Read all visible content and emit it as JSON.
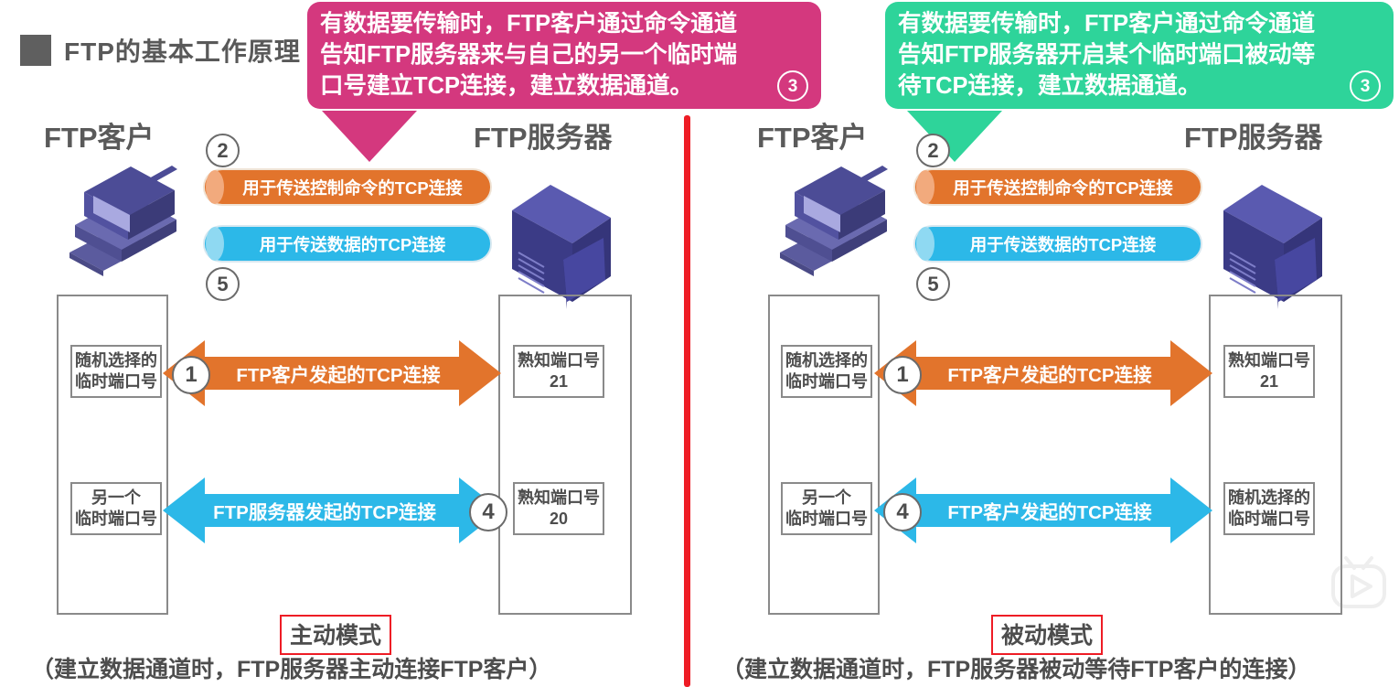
{
  "header": {
    "title": "FTP的基本工作原理",
    "bullet_color": "#5f5f5f"
  },
  "colors": {
    "active_callout": "#d4387e",
    "passive_callout": "#2ed49a",
    "command_pill": "#e2742c",
    "data_pill": "#2cb8e8",
    "divider": "#ee1c25",
    "mode_box_border": "#ee1c25",
    "text": "#4d4d4d"
  },
  "panels": [
    {
      "id": "active",
      "callout": {
        "lines": [
          "有数据要传输时，FTP客户通过命令通道",
          "告知FTP服务器来与自己的另一个临时端",
          "口号建立TCP连接，建立数据通道。"
        ],
        "step": "3",
        "color": "#d4387e"
      },
      "client_label": "FTP客户",
      "server_label": "FTP服务器",
      "pills": [
        {
          "name": "command-channel",
          "text": "用于传送控制命令的TCP连接",
          "step_above": "2",
          "color": "#e2742c"
        },
        {
          "name": "data-channel",
          "text": "用于传送数据的TCP连接",
          "step_below": "5",
          "color": "#2cb8e8"
        }
      ],
      "connections": [
        {
          "name": "control-connection",
          "label": "FTP客户发起的TCP连接",
          "step": "1",
          "step_side": "left",
          "color": "#e2742c",
          "client_port": [
            "随机选择的",
            "临时端口号"
          ],
          "server_port": [
            "熟知端口号",
            "21"
          ]
        },
        {
          "name": "data-connection",
          "label": "FTP服务器发起的TCP连接",
          "step": "4",
          "step_side": "right",
          "color": "#2cb8e8",
          "client_port": [
            "另一个",
            "临时端口号"
          ],
          "server_port": [
            "熟知端口号",
            "20"
          ]
        }
      ],
      "mode_name": "主动模式",
      "mode_desc": "（建立数据通道时，FTP服务器主动连接FTP客户）"
    },
    {
      "id": "passive",
      "callout": {
        "lines": [
          "有数据要传输时，FTP客户通过命令通道",
          "告知FTP服务器开启某个临时端口被动等",
          "待TCP连接，建立数据通道。"
        ],
        "step": "3",
        "color": "#2ed49a"
      },
      "client_label": "FTP客户",
      "server_label": "FTP服务器",
      "pills": [
        {
          "name": "command-channel",
          "text": "用于传送控制命令的TCP连接",
          "step_above": "2",
          "color": "#e2742c"
        },
        {
          "name": "data-channel",
          "text": "用于传送数据的TCP连接",
          "step_below": "5",
          "color": "#2cb8e8"
        }
      ],
      "connections": [
        {
          "name": "control-connection",
          "label": "FTP客户发起的TCP连接",
          "step": "1",
          "step_side": "left",
          "color": "#e2742c",
          "client_port": [
            "随机选择的",
            "临时端口号"
          ],
          "server_port": [
            "熟知端口号",
            "21"
          ]
        },
        {
          "name": "data-connection",
          "label": "FTP客户发起的TCP连接",
          "step": "4",
          "step_side": "left",
          "color": "#2cb8e8",
          "client_port": [
            "另一个",
            "临时端口号"
          ],
          "server_port": [
            "随机选择的",
            "临时端口号"
          ]
        }
      ],
      "mode_name": "被动模式",
      "mode_desc": "（建立数据通道时，FTP服务器被动等待FTP客户的连接）"
    }
  ],
  "icons": {
    "client": "desktop-computer-icon",
    "server": "server-tower-icon",
    "watermark": "bilibili-tv-play-watermark-icon"
  }
}
